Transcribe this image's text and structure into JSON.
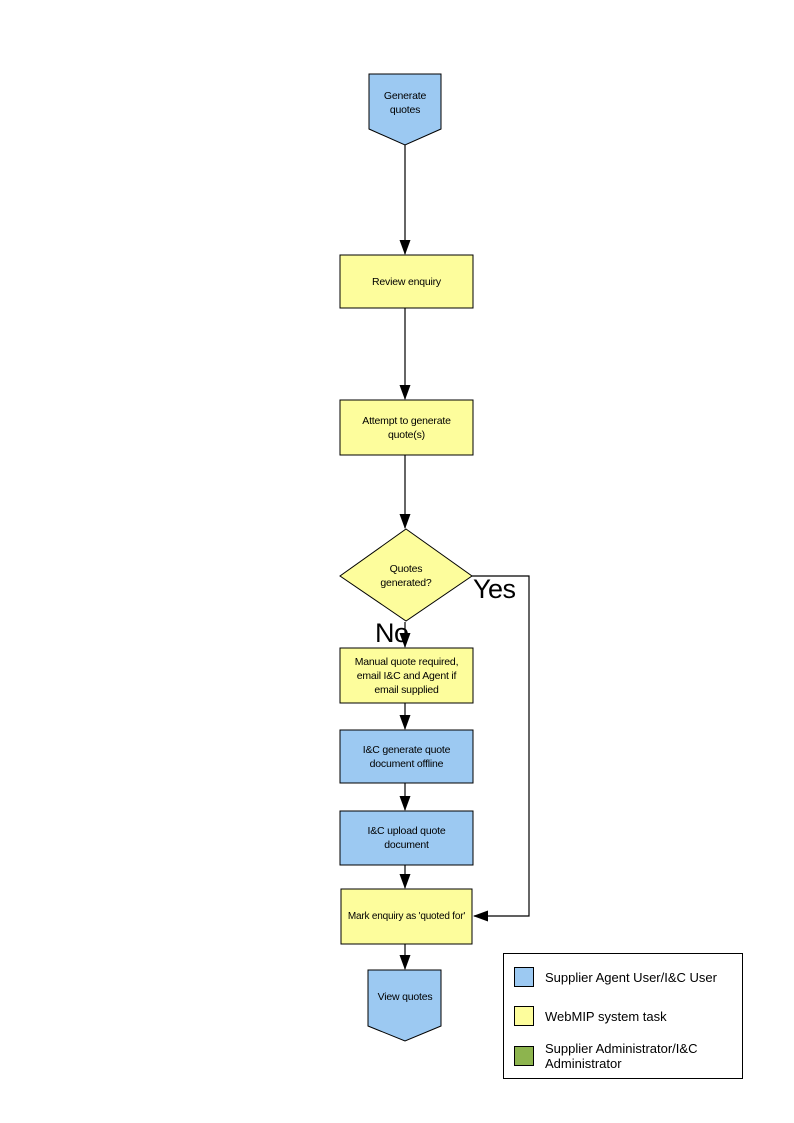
{
  "colors": {
    "blue": "#9CC9F2",
    "yellow": "#FDFD9C",
    "green": "#8DB44E",
    "stroke": "#000000",
    "background": "#FFFFFF"
  },
  "flowchart": {
    "generate_quotes": "Generate\nquotes",
    "review_enquiry": "Review enquiry",
    "attempt_generate": "Attempt to generate\nquote(s)",
    "quotes_generated": "Quotes\ngenerated?",
    "yes_label": "Yes",
    "no_label": "No",
    "manual_quote": "Manual quote required,\nemail I&C and Agent if\nemail supplied",
    "ic_generate": "I&C generate quote\ndocument offline",
    "ic_upload": "I&C upload quote\ndocument",
    "mark_enquiry": "Mark enquiry as 'quoted for'",
    "view_quotes": "View quotes"
  },
  "legend": {
    "items": [
      {
        "label": "Supplier Agent User/I&C User",
        "color": "#9CC9F2"
      },
      {
        "label": "WebMIP system task",
        "color": "#FDFD9C"
      },
      {
        "label": "Supplier Administrator/I&C\nAdministrator",
        "color": "#8DB44E"
      }
    ]
  }
}
